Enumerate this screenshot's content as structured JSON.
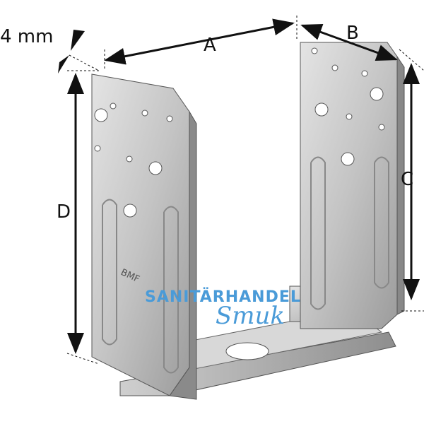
{
  "dimensions": {
    "thickness": "4 mm",
    "a": "A",
    "b": "B",
    "c": "C",
    "d": "D"
  },
  "embossing": "BMF",
  "watermark": {
    "line1": "SANITÄRHANDEL",
    "line2": "Smuk",
    "color": "#4a9bd8"
  }
}
